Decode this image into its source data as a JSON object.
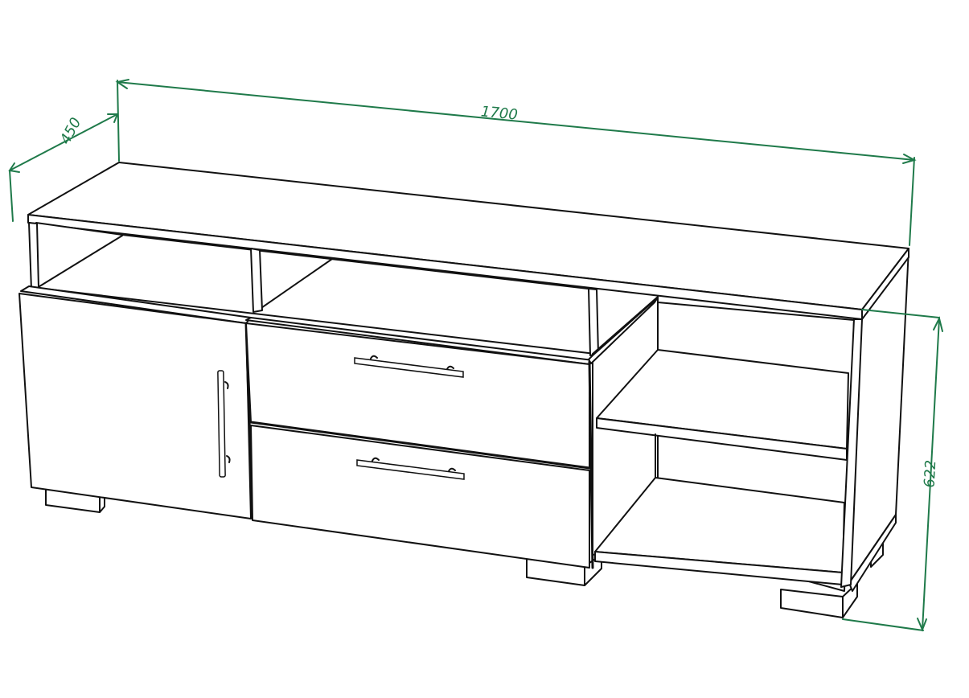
{
  "drawing": {
    "subject": "TV cabinet isometric line drawing",
    "line_color": "#111111",
    "dimension_color": "#1f7a4a",
    "background": "#ffffff"
  },
  "dimensions": {
    "width": {
      "label": "1700",
      "unit": "mm"
    },
    "depth": {
      "label": "450",
      "unit": "mm"
    },
    "height": {
      "label": "622",
      "unit": "mm"
    }
  },
  "components": {
    "top_panel": "top",
    "left_door": {
      "handle": "vertical bar handle"
    },
    "drawers": [
      {
        "position": "upper",
        "handle": "horizontal bar handle"
      },
      {
        "position": "lower",
        "handle": "horizontal bar handle"
      }
    ],
    "open_shelves": [
      "middle shelf",
      "bottom shelf"
    ],
    "upper_niches": 3,
    "feet": 4
  }
}
